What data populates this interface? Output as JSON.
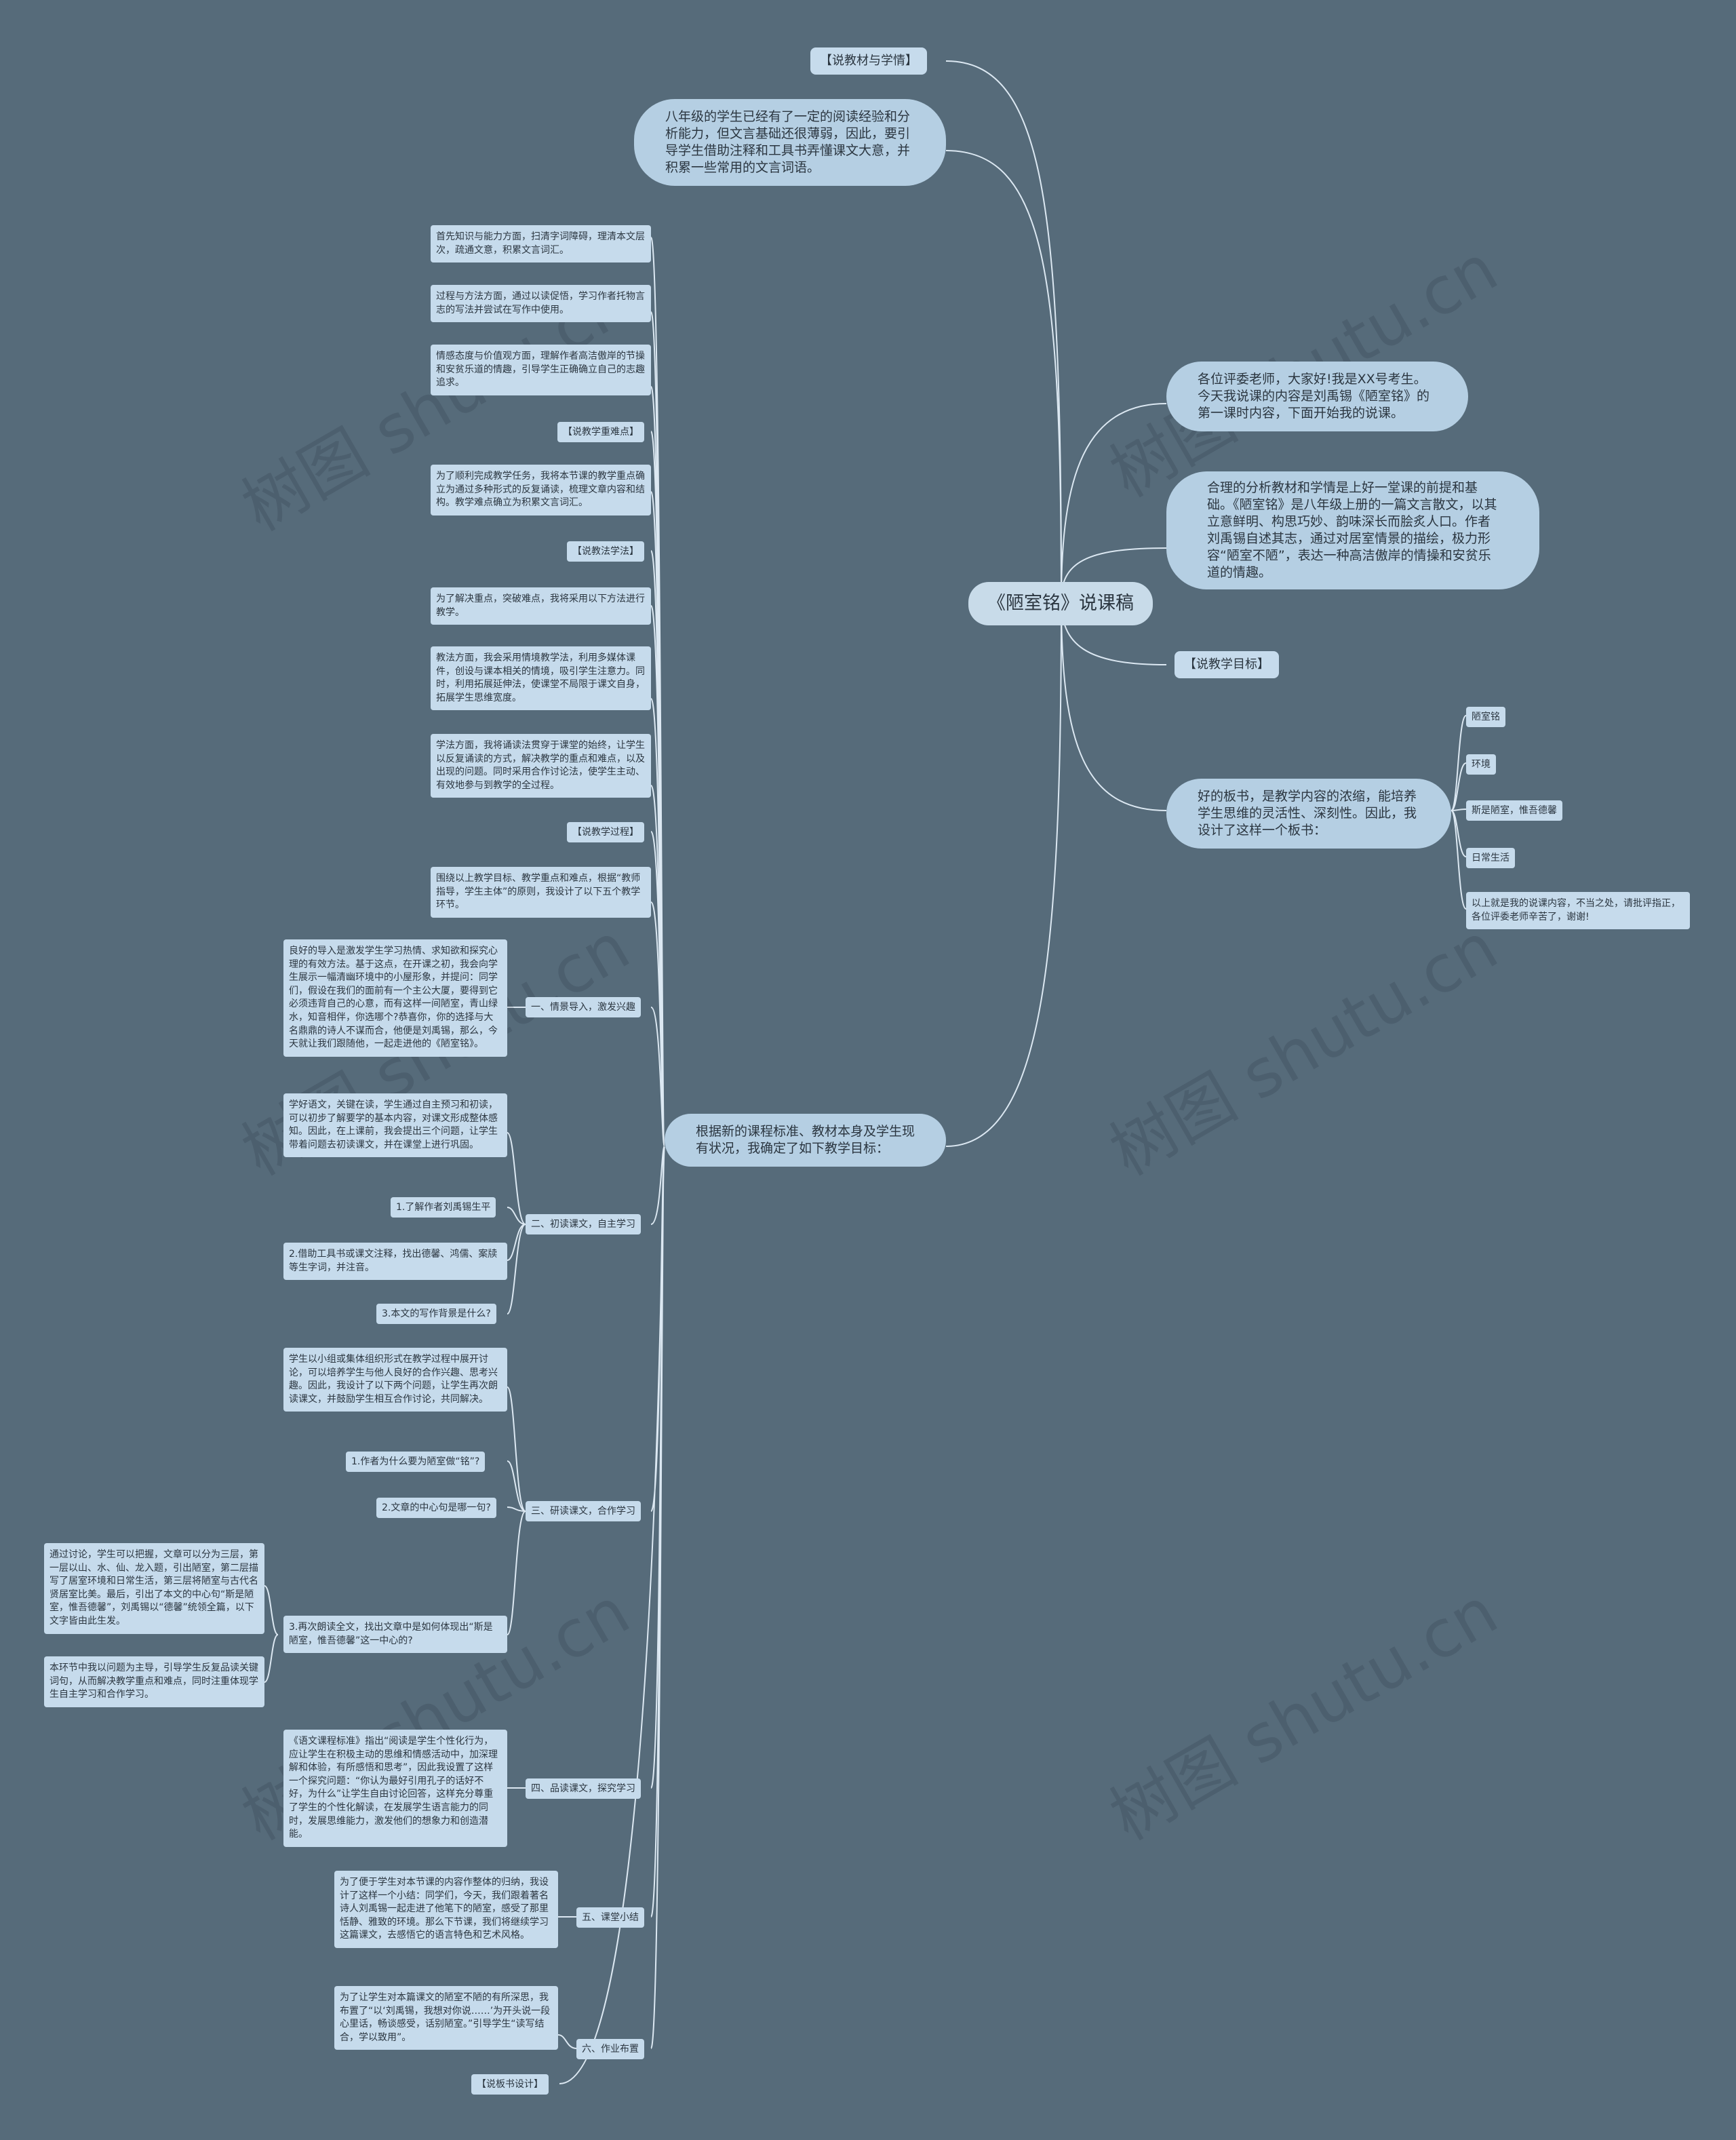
{
  "root": "《陋室铭》说课稿",
  "right": {
    "intro": "各位评委老师，大家好!我是XX号考生。今天我说课的内容是刘禹锡《陋室铭》的第一课时内容，下面开始我的说课。",
    "analysis": "合理的分析教材和学情是上好一堂课的前提和基础。《陋室铭》是八年级上册的一篇文言散文，以其立意鲜明、构思巧妙、韵味深长而脍炙人口。作者刘禹锡自述其志，通过对居室情景的描绘，极力形容“陋室不陋”，表达一种高洁傲岸的情操和安贫乐道的情趣。",
    "goal_tag": "【说教学目标】",
    "board": "好的板书，是教学内容的浓缩，能培养学生思维的灵活性、深刻性。因此，我设计了这样一个板书：",
    "board_items": [
      "陋室铭",
      "环境",
      "斯是陋室，惟吾德馨",
      "日常生活",
      "以上就是我的说课内容，不当之处，请批评指正，各位评委老师辛苦了，谢谢!"
    ]
  },
  "top": {
    "tag": "【说教材与学情】",
    "text": "八年级的学生已经有了一定的阅读经验和分析能力，但文言基础还很薄弱，因此，要引导学生借助注释和工具书弄懂课文大意，并积累一些常用的文言词语。"
  },
  "main": {
    "text": "根据新的课程标准、教材本身及学生现有状况，我确定了如下教学目标：",
    "leaves": [
      "首先知识与能力方面，扫清字词障碍，理清本文层次，疏通文意，积累文言词汇。",
      "过程与方法方面，通过以读促悟，学习作者托物言志的写法并尝试在写作中使用。",
      "情感态度与价值观方面，理解作者高洁傲岸的节操和安贫乐道的情趣，引导学生正确确立自己的志趣追求。",
      "【说教学重难点】",
      "为了顺利完成教学任务，我将本节课的教学重点确立为通过多种形式的反复诵读，梳理文章内容和结构。教学难点确立为积累文言词汇。",
      "【说教法学法】",
      "为了解决重点，突破难点，我将采用以下方法进行教学。",
      "教法方面，我会采用情境教学法，利用多媒体课件，创设与课本相关的情境，吸引学生注意力。同时，利用拓展延伸法，使课堂不局限于课文自身，拓展学生思维宽度。",
      "学法方面，我将诵读法贯穿于课堂的始终，让学生以反复诵读的方式，解决教学的重点和难点，以及出现的问题。同时采用合作讨论法，使学生主动、有效地参与到教学的全过程。",
      "【说教学过程】",
      "围绕以上教学目标、教学重点和难点，根据“教师指导，学生主体”的原则，我设计了以下五个教学环节。"
    ],
    "steps": {
      "s1": {
        "label": "一、情景导入，激发兴趣",
        "texts": [
          "良好的导入是激发学生学习热情、求知欲和探究心理的有效方法。基于这点，在开课之初，我会向学生展示一幅清幽环境中的小屋形象，并提问：同学们，假设在我们的面前有一个主公大厦，要得到它必须违背自己的心意，而有这样一间陋室，青山绿水，知音相伴，你选哪个?恭喜你，你的选择与大名鼎鼎的诗人不谋而合，他便是刘禹锡，那么，今天就让我们跟随他，一起走进他的《陋室铭》。"
        ]
      },
      "s2": {
        "label": "二、初读课文，自主学习",
        "texts": [
          "学好语文，关键在读，学生通过自主预习和初读，可以初步了解要学的基本内容，对课文形成整体感知。因此，在上课前，我会提出三个问题，让学生带着问题去初读课文，并在课堂上进行巩固。",
          "1.了解作者刘禹锡生平",
          "2.借助工具书或课文注释，找出德馨、鸿儒、案牍等生字词，并注音。",
          "3.本文的写作背景是什么?"
        ]
      },
      "s3": {
        "label": "三、研读课文，合作学习",
        "texts": [
          "学生以小组或集体组织形式在教学过程中展开讨论，可以培养学生与他人良好的合作兴趣、思考兴趣。因此，我设计了以下两个问题，让学生再次朗读课文，并鼓励学生相互合作讨论，共同解决。",
          "1.作者为什么要为陋室做“铭”?",
          "2.文章的中心句是哪一句?",
          "3.再次朗读全文，找出文章中是如何体现出“斯是陋室，惟吾德馨”这一中心的?"
        ],
        "sub": [
          "通过讨论，学生可以把握，文章可以分为三层，第一层以山、水、仙、龙入题，引出陋室，第二层描写了居室环境和日常生活，第三层将陋室与古代名贤居室比美。最后，引出了本文的中心句“斯是陋室，惟吾德馨”，刘禹锡以“德馨”统领全篇，以下文字皆由此生发。",
          "本环节中我以问题为主导，引导学生反复品读关键词句，从而解决教学重点和难点，同时注重体现学生自主学习和合作学习。"
        ]
      },
      "s4": {
        "label": "四、品读课文，探究学习",
        "texts": [
          "《语文课程标准》指出“阅读是学生个性化行为，应让学生在积极主动的思维和情感活动中，加深理解和体验，有所感悟和思考”，因此我设置了这样一个探究问题：“你认为最好引用孔子的话好不好，为什么”让学生自由讨论回答，这样充分尊重了学生的个性化解读，在发展学生语言能力的同时，发展思维能力，激发他们的想象力和创造潜能。"
        ]
      },
      "s5": {
        "label": "五、课堂小结",
        "texts": [
          "为了便于学生对本节课的内容作整体的归纳，我设计了这样一个小结：同学们，今天，我们跟着著名诗人刘禹锡一起走进了他笔下的陋室，感受了那里恬静、雅致的环境。那么下节课，我们将继续学习这篇课文，去感悟它的语言特色和艺术风格。"
        ]
      },
      "s6": {
        "label": "六、作业布置",
        "texts": [
          "为了让学生对本篇课文的陋室不陋的有所深思，我布置了“以‘刘禹锡，我想对你说……’为开头说一段心里话，畅谈感受，话别陋室。”引导学生“读写结合，学以致用”。"
        ]
      }
    },
    "board_tag": "【说板书设计】"
  },
  "watermark": "树图 shutu.cn"
}
